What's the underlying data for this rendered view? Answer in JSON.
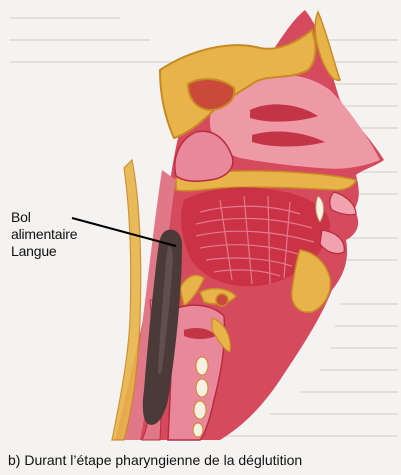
{
  "labels": {
    "line1": "Bol",
    "line2": "alimentaire",
    "line3": "Langue"
  },
  "caption": "b) Durant l’étape pharyngienne de la déglutition",
  "colors": {
    "background": "#f4f3f1",
    "tissue_red": "#c8283b",
    "tissue_pink": "#e8889a",
    "muscle": "#d9566b",
    "bone": "#e8b44a",
    "bone_dark": "#c98a23",
    "bolus": "#4a3b39",
    "text": "#111111"
  }
}
